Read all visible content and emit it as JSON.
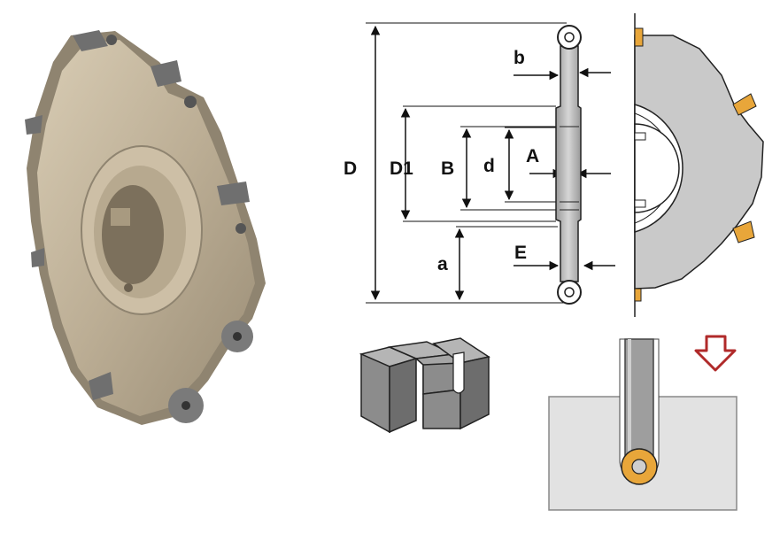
{
  "labels": {
    "D": "D",
    "D1": "D1",
    "B": "B",
    "d": "d",
    "A": "A",
    "b": "b",
    "a": "a",
    "E": "E"
  },
  "colors": {
    "steel": "#bfb19a",
    "steel_dark": "#8f8470",
    "insert": "#6f6f6f",
    "insert_gold": "#e8a63a",
    "section_fill": "#c9c9c9",
    "block_fill": "#8c8c8c",
    "arrow_red": "#b02a2a"
  }
}
